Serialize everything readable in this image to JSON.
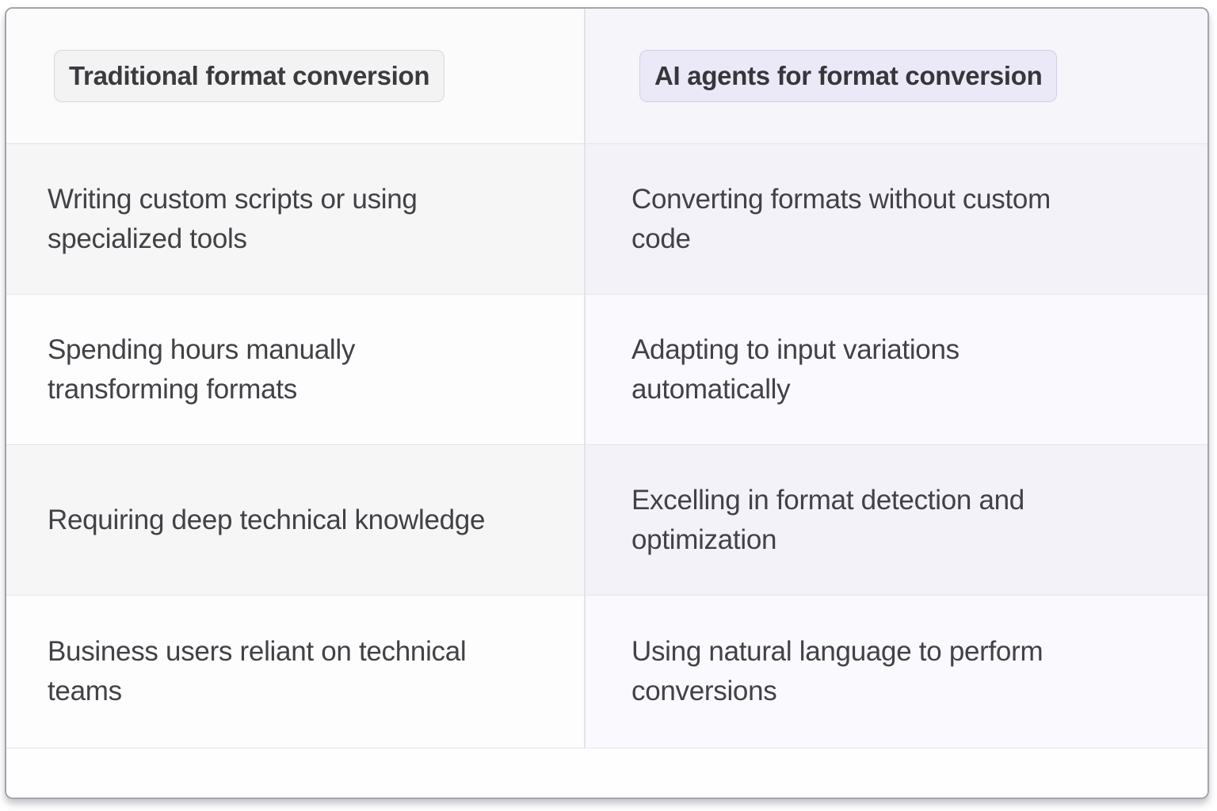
{
  "table": {
    "columns": [
      {
        "header": "Traditional format conversion",
        "rows": [
          "Writing custom scripts or using specialized tools",
          "Spending hours manually transforming formats",
          "Requiring deep technical knowledge",
          "Business users reliant on technical teams"
        ]
      },
      {
        "header": "AI agents for format conversion",
        "rows": [
          "Converting formats without custom code",
          "Adapting to input variations automatically",
          "Excelling in format detection and optimization",
          "Using natural language to perform conversions"
        ]
      }
    ],
    "colors": {
      "traditional_badge_bg": "#f3f3f4",
      "ai_badge_bg": "#ebe9f8",
      "left_row_tint": "#f6f6f7",
      "right_row_tint": "#f3f2f8",
      "text": "#414146",
      "border": "#a4a4ac",
      "separator": "#e4e4e8"
    }
  }
}
